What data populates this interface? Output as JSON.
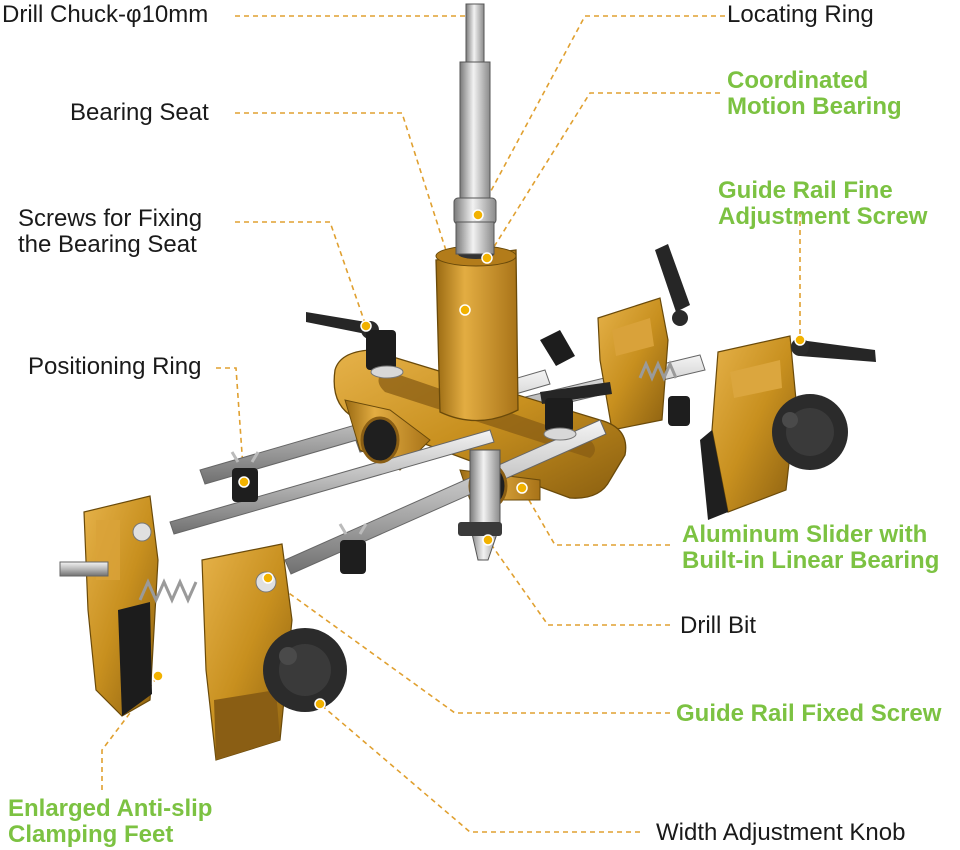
{
  "colors": {
    "accent_green": "#7cc242",
    "label_dark": "#1a1a1a",
    "leader_line": "#e0a030",
    "anodized_gold": "#c8901f",
    "steel": "#c8c8c8",
    "knob_black": "#2a2a2a"
  },
  "labels": {
    "drill_chuck": "Drill Chuck-φ10mm",
    "locating_ring": "Locating Ring",
    "bearing_seat": "Bearing Seat",
    "coordinated_bearing_1": "Coordinated",
    "coordinated_bearing_2": "Motion Bearing",
    "screws_fixing_1": "Screws for Fixing",
    "screws_fixing_2": "the Bearing Seat",
    "guide_fine_1": "Guide Rail Fine",
    "guide_fine_2": "Adjustment Screw",
    "positioning_ring": "Positioning Ring",
    "aluminum_slider_1": "Aluminum Slider with",
    "aluminum_slider_2": "Built-in Linear Bearing",
    "drill_bit": "Drill Bit",
    "guide_fixed": "Guide Rail Fixed Screw",
    "clamping_feet_1": "Enlarged Anti-slip",
    "clamping_feet_2": "Clamping Feet",
    "width_knob": "Width Adjustment Knob"
  }
}
